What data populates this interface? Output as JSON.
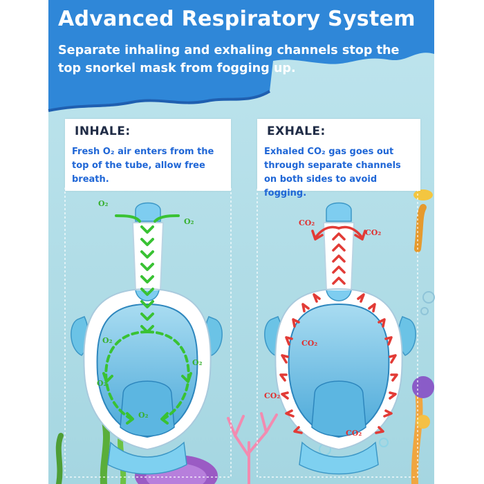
{
  "banner": {
    "title": "Advanced Respiratory System",
    "subtitle": "Separate inhaling and exhaling channels stop the top snorkel mask from fogging up."
  },
  "inhale": {
    "heading": "INHALE:",
    "text": "Fresh O₂ air enters from the top of the tube, allow free breath.",
    "gas_label": "O₂"
  },
  "exhale": {
    "heading": "EXHALE:",
    "text": "Exhaled CO₂ gas goes out through separate channels on both sides to avoid fogging.",
    "gas_label": "CO₂"
  },
  "colors": {
    "banner_blue": "#2f87d8",
    "background": "#b3dfe8",
    "mask_blue": "#62bfe8",
    "inhale_arrow": "#39c233",
    "exhale_arrow": "#e23b36"
  }
}
